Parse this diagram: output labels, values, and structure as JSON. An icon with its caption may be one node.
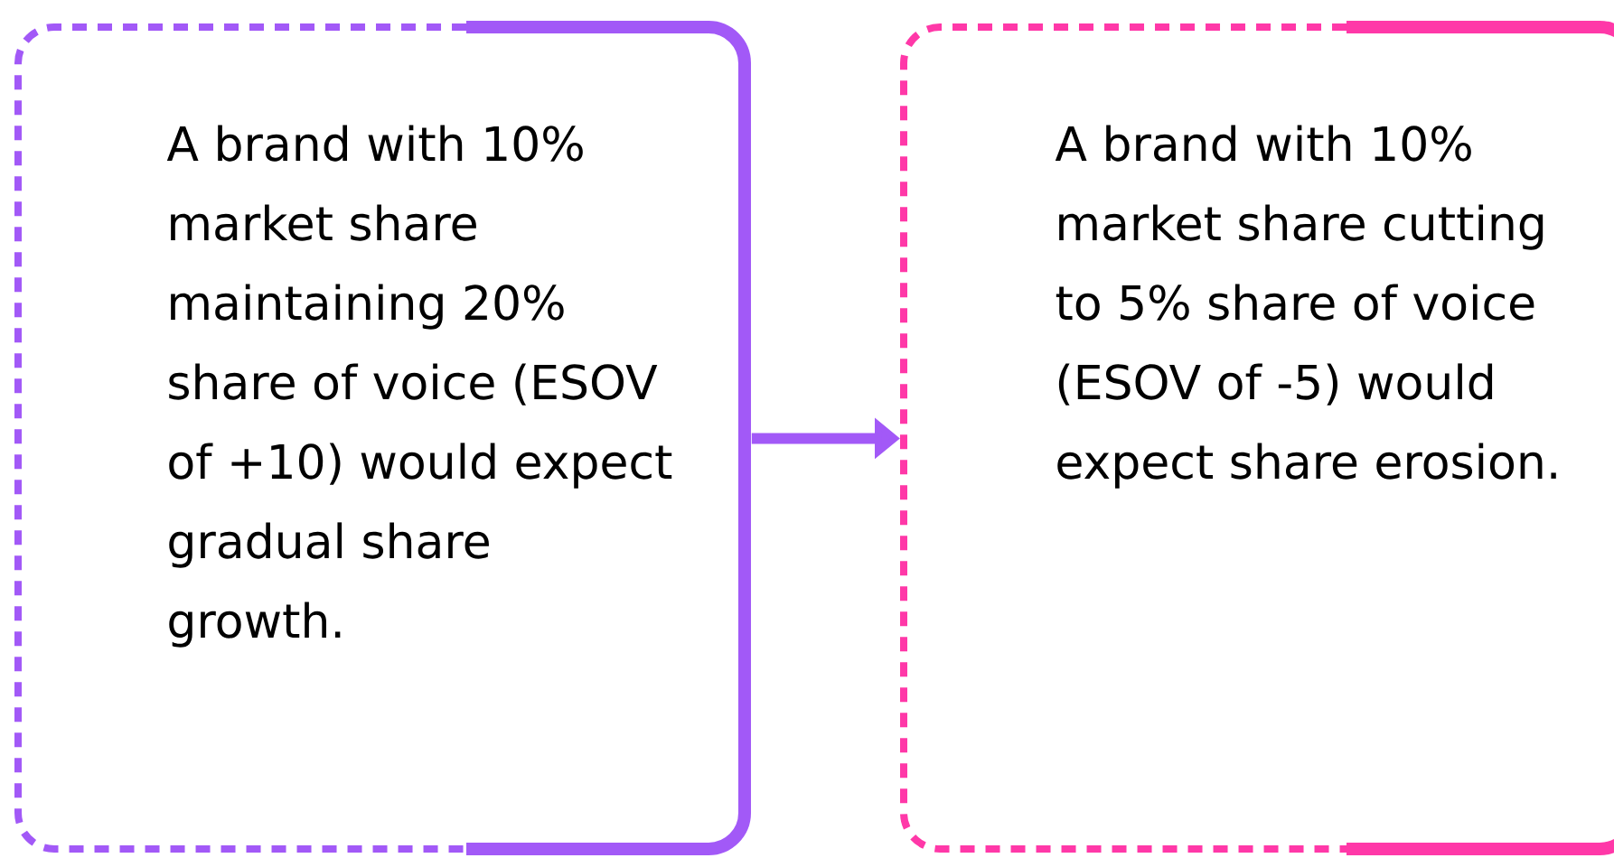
{
  "diagram": {
    "nodes": [
      {
        "text": [
          "A brand with 10% market share maintaining 20% share of voice (ESOV of +10) would expect gradual share growth."
        ]
      },
      {
        "text": [
          "A brand with 10% market share cutting to 5% share of voice (ESOV of -5) would expect share erosion."
        ]
      }
    ],
    "edges": [
      {
        "from": 0,
        "to": 1,
        "arrow": "to",
        "color": "#a259f7"
      }
    ]
  }
}
